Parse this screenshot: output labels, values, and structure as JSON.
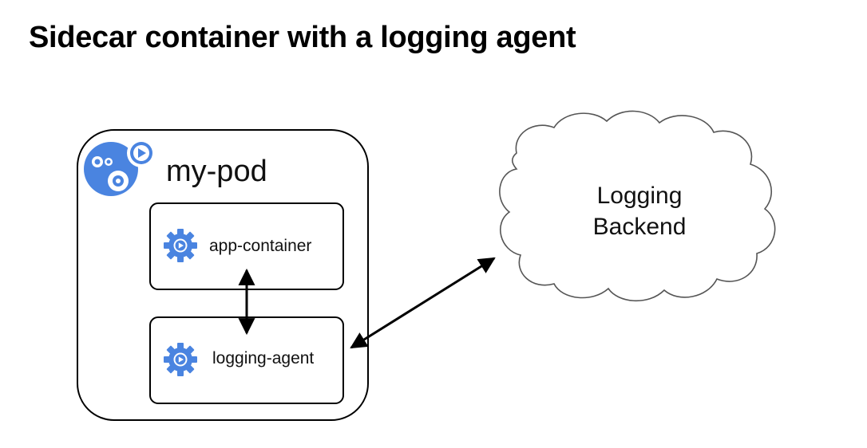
{
  "title": "Sidecar container with a logging agent",
  "pod": {
    "name": "my-pod",
    "icon": "pod-gears-icon"
  },
  "containers": [
    {
      "label": "app-container",
      "icon": "container-gear-icon"
    },
    {
      "label": "logging-agent",
      "icon": "container-gear-icon"
    }
  ],
  "backend": {
    "line1": "Logging",
    "line2": "Backend",
    "icon": "cloud-icon"
  },
  "colors": {
    "accent": "#4a84e0",
    "stroke": "#000000",
    "cloud_stroke": "#555555"
  }
}
